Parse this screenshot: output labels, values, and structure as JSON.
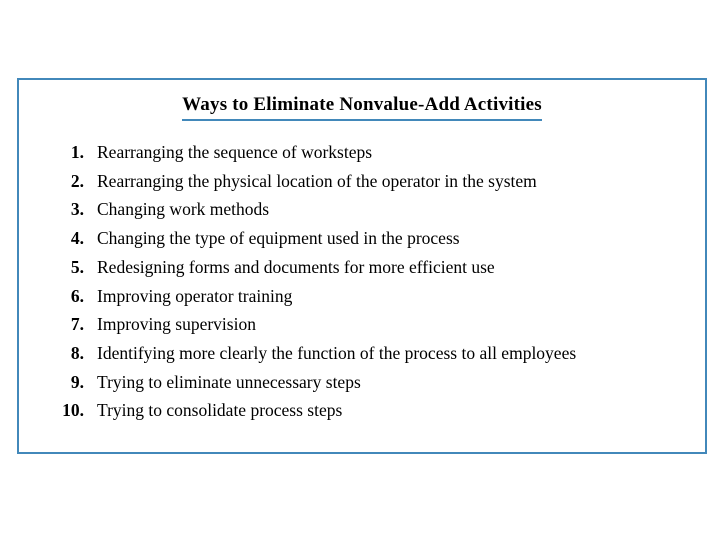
{
  "slide": {
    "title": "Ways to Eliminate Nonvalue-Add Activities",
    "items": [
      {
        "num": "1.",
        "text": "Rearranging the sequence of worksteps"
      },
      {
        "num": "2.",
        "text": "Rearranging the physical location of the operator in the system"
      },
      {
        "num": "3.",
        "text": "Changing work methods"
      },
      {
        "num": "4.",
        "text": "Changing the type of equipment used in the process"
      },
      {
        "num": "5.",
        "text": "Redesigning forms and documents for more efficient use"
      },
      {
        "num": "6.",
        "text": "Improving operator training"
      },
      {
        "num": "7.",
        "text": "Improving supervision"
      },
      {
        "num": "8.",
        "text": "Identifying more clearly the function of the process to all employees"
      },
      {
        "num": "9.",
        "text": "Trying to eliminate unnecessary steps"
      },
      {
        "num": "10.",
        "text": "Trying to consolidate process steps"
      }
    ],
    "colors": {
      "accent": "#4288ba",
      "text": "#000000",
      "background": "#ffffff"
    }
  }
}
